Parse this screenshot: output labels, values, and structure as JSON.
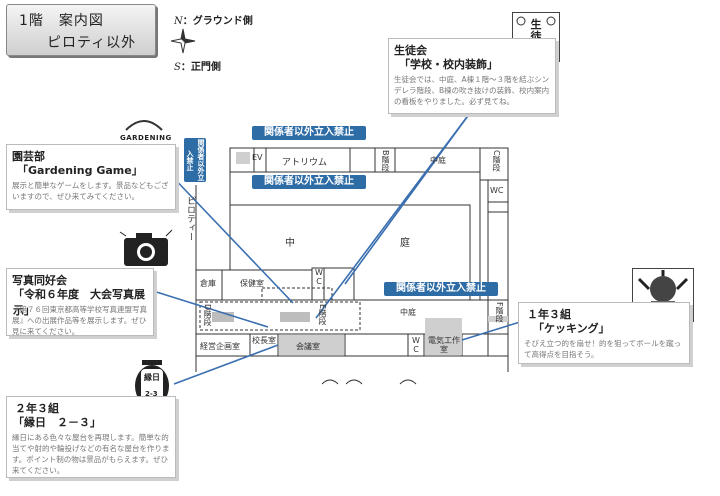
{
  "title": {
    "line1": "1階　案内図",
    "line2": "ピロティ以外"
  },
  "legend": {
    "north_letter": "N",
    "north_text": "：グラウンド側",
    "south_letter": "S",
    "south_text": "：正門側"
  },
  "restricted": {
    "label": "関係者以外立入禁止",
    "vertical_label": "関係者以外立入禁止"
  },
  "rooms": {
    "ev": "EV",
    "atrium": "アトリウム",
    "b_stairs": "B階段",
    "courtyard_small_top": "中庭",
    "c_stairs": "C階段",
    "wc": "WC",
    "piloti": "ピロティー",
    "courtyard_big_1": "中",
    "courtyard_big_2": "庭",
    "storage": "倉庫",
    "health_room": "保健室",
    "d_stairs": "D階段",
    "e_stairs": "E階段",
    "courtyard_small_bottom": "中庭",
    "f_stairs": "F階段",
    "admin_office": "経営企画室",
    "principal_room": "校長室",
    "conference_room": "会議室",
    "electric_workshop": "電気工作室"
  },
  "info": {
    "student_council": {
      "title": "生徒会",
      "subtitle": "「学校・校内装飾」",
      "desc": "生徒会では、中庭、A棟１階～３階を結ぶシンデレラ階段、B棟の吹き抜けの装飾、校内案内の看板をやりました。必ず見てね。"
    },
    "gardening": {
      "title": "園芸部",
      "subtitle": "「Gardening Game」",
      "desc": "展示と簡単なゲームをします。景品などもございますので、ぜひ来てみてください。"
    },
    "photo": {
      "title": "写真同好会",
      "subtitle": "「令和６年度　大会写真展示」",
      "desc": "『第７６回東京都高等学校写真連盟写真展』への出展作品等を展示します。ぜひ見に来てください。"
    },
    "class_1_3": {
      "title": "１年３組",
      "subtitle": "「ケッキング」",
      "desc": "そびえ立つ的を扇せ！的を狙ってボールを蹴って高得点を目指そう。"
    },
    "class_2_3": {
      "title": "２年３組",
      "subtitle": "「縁日　２－３」",
      "desc": "縁日にある色々な屋台を再現します。簡単な的当てや射的や輪投げなどの有名な屋台を作ります。ポイント制の物は景品がもらえます。ぜひ来てください。"
    }
  },
  "icons": {
    "student_council_text": "生徒会",
    "gardening_text": "GARDENING",
    "lantern_top": "縁日",
    "lantern_bottom": "2-3"
  }
}
